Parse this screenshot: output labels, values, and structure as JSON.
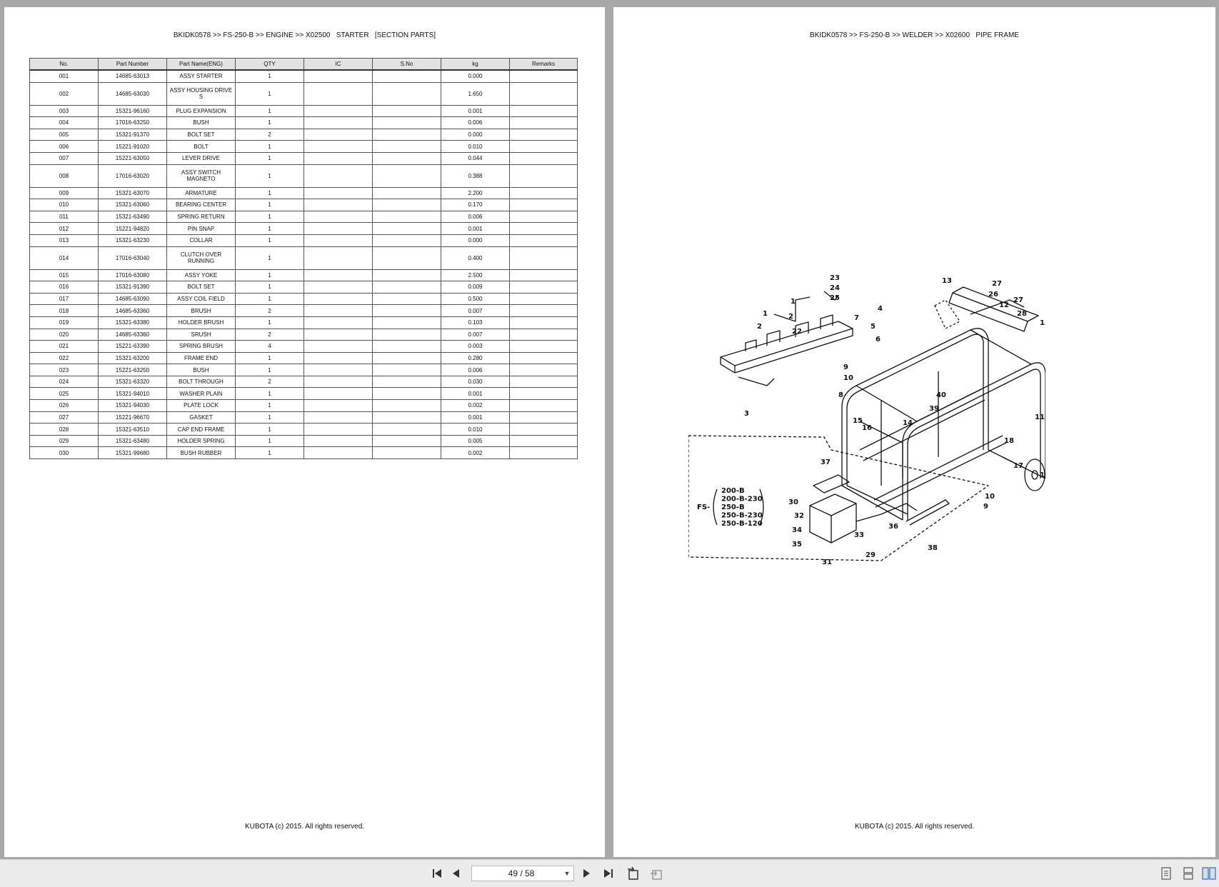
{
  "left_page": {
    "header": "BKIDK0578 >> FS-250-B >> ENGINE >> X02500   STARTER   [SECTION PARTS]",
    "footer": "KUBOTA (c) 2015. All rights reserved.",
    "columns": [
      "No.",
      "Part Number",
      "Part Name(ENG)",
      "QTY",
      "IC",
      "S.No",
      "kg",
      "Remarks"
    ],
    "rows": [
      [
        "001",
        "14685-63013",
        "ASSY STARTER",
        "1",
        "",
        "",
        "0.000",
        ""
      ],
      [
        "002",
        "14685-63030",
        "ASSY HOUSING DRIVE S",
        "1",
        "",
        "",
        "1.650",
        ""
      ],
      [
        "003",
        "15321-96160",
        "PLUG EXPANSION",
        "1",
        "",
        "",
        "0.001",
        ""
      ],
      [
        "004",
        "17016-63250",
        "BUSH",
        "1",
        "",
        "",
        "0.006",
        ""
      ],
      [
        "005",
        "15321-91370",
        "BOLT SET",
        "2",
        "",
        "",
        "0.000",
        ""
      ],
      [
        "006",
        "15221-91020",
        "BOLT",
        "1",
        "",
        "",
        "0.010",
        ""
      ],
      [
        "007",
        "15221-63050",
        "LEVER DRIVE",
        "1",
        "",
        "",
        "0.044",
        ""
      ],
      [
        "008",
        "17016-63020",
        "ASSY SWITCH MAGNETO",
        "1",
        "",
        "",
        "0.388",
        ""
      ],
      [
        "009",
        "15321-63070",
        "ARMATURE",
        "1",
        "",
        "",
        "2.200",
        ""
      ],
      [
        "010",
        "15321-63060",
        "BEARING CENTER",
        "1",
        "",
        "",
        "0.170",
        ""
      ],
      [
        "011",
        "15321-63490",
        "SPRING RETURN",
        "1",
        "",
        "",
        "0.006",
        ""
      ],
      [
        "012",
        "15221-94820",
        "PIN SNAP",
        "1",
        "",
        "",
        "0.001",
        ""
      ],
      [
        "013",
        "15321-63230",
        "COLLAR",
        "1",
        "",
        "",
        "0.000",
        ""
      ],
      [
        "014",
        "17016-63040",
        "CLUTCH OVER RUNNING",
        "1",
        "",
        "",
        "0.400",
        ""
      ],
      [
        "015",
        "17016-63080",
        "ASSY YOKE",
        "1",
        "",
        "",
        "2.500",
        ""
      ],
      [
        "016",
        "15321-91390",
        "BOLT SET",
        "1",
        "",
        "",
        "0.009",
        ""
      ],
      [
        "017",
        "14685-63090",
        "ASSY COIL FIELD",
        "1",
        "",
        "",
        "0.500",
        ""
      ],
      [
        "018",
        "14685-63360",
        "BRUSH",
        "2",
        "",
        "",
        "0.007",
        ""
      ],
      [
        "019",
        "15321-63380",
        "HOLDER BRUSH",
        "1",
        "",
        "",
        "0.103",
        ""
      ],
      [
        "020",
        "14685-63360",
        "SRUSH",
        "2",
        "",
        "",
        "0.007",
        ""
      ],
      [
        "021",
        "15221-63390",
        "SPRING BRUSH",
        "4",
        "",
        "",
        "0.003",
        ""
      ],
      [
        "022",
        "15321-63200",
        "FRAME END",
        "1",
        "",
        "",
        "0.280",
        ""
      ],
      [
        "023",
        "15221-63250",
        "BUSH",
        "1",
        "",
        "",
        "0.006",
        ""
      ],
      [
        "024",
        "15321-63320",
        "BOLT THROUGH",
        "2",
        "",
        "",
        "0.030",
        ""
      ],
      [
        "025",
        "15321-94010",
        "WASHER PLAIN",
        "1",
        "",
        "",
        "0.001",
        ""
      ],
      [
        "026",
        "15321-94030",
        "PLATE LOCK",
        "1",
        "",
        "",
        "0.002",
        ""
      ],
      [
        "027",
        "15221-96670",
        "GASKET",
        "1",
        "",
        "",
        "0.001",
        ""
      ],
      [
        "028",
        "15321-63510",
        "CAP END FRAME",
        "1",
        "",
        "",
        "0.010",
        ""
      ],
      [
        "029",
        "15321-63480",
        "HOLDER SPRING",
        "1",
        "",
        "",
        "0.005",
        ""
      ],
      [
        "030",
        "15321-99680",
        "BUSH RUBBER",
        "1",
        "",
        "",
        "0.002",
        ""
      ]
    ],
    "tall_rows": [
      1,
      7,
      13
    ]
  },
  "right_page": {
    "header": "BKIDK0578 >> FS-250-B >> WELDER >> X02600   PIPE FRAME",
    "footer": "KUBOTA (c) 2015. All rights reserved.",
    "diagram": {
      "model_prefix": "FS-",
      "models": [
        "200-B",
        "200-B-230",
        "250-B",
        "250-B-230",
        "250-B-120"
      ]
    }
  },
  "toolbar": {
    "page_indicator": "49 / 58",
    "icons": [
      "first-page-icon",
      "prev-page-icon",
      "next-page-icon",
      "last-page-icon",
      "rotate-icon",
      "fit-page-icon",
      "single-page-view-icon",
      "continuous-view-icon",
      "two-page-view-icon"
    ]
  }
}
